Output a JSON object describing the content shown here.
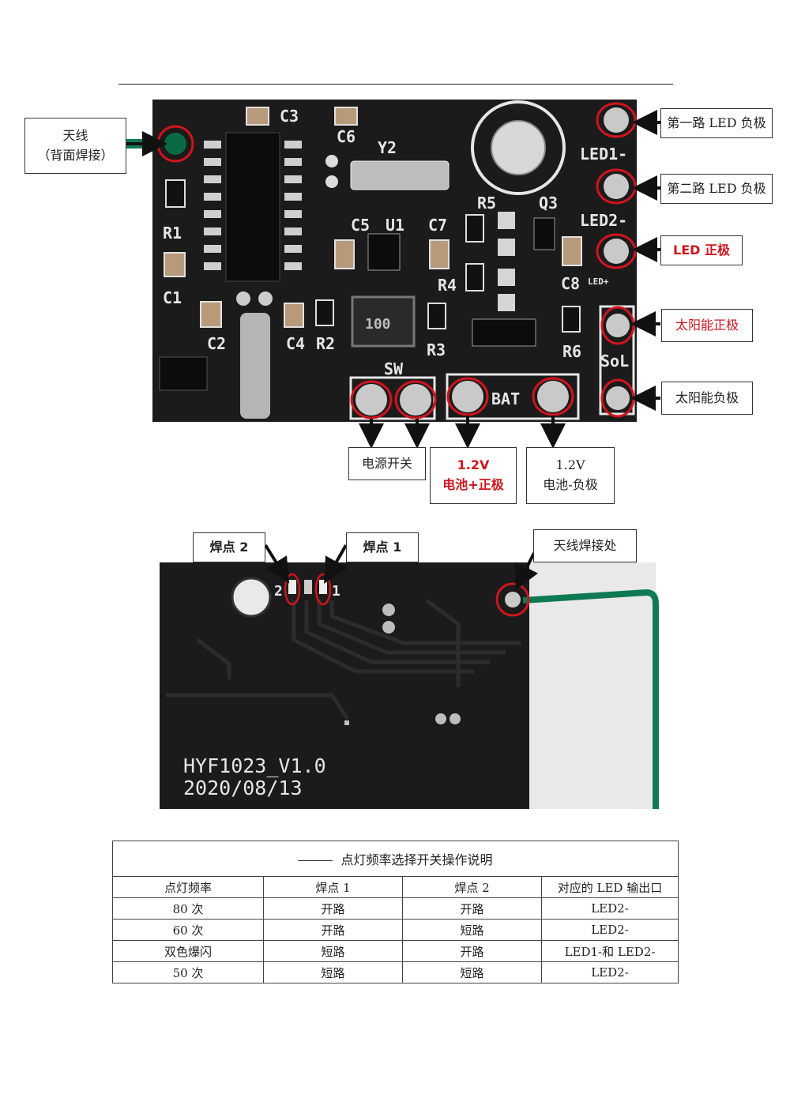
{
  "colors": {
    "pcb": "#1b1b1b",
    "accent_red": "#d0141d",
    "wire_green": "#0f7a52",
    "silk": "#e6e6e6"
  },
  "board_top": {
    "silk_labels": [
      "C3",
      "C6",
      "Y2",
      "R1",
      "C1",
      "C5",
      "U1",
      "C7",
      "R5",
      "Q3",
      "R4",
      "C8",
      "LED+",
      "LED1-",
      "LED2-",
      "C2",
      "C4",
      "R2",
      "R3",
      "R6",
      "SoL",
      "SW",
      "BAT",
      "100"
    ],
    "callouts": {
      "antenna_line1": "天线",
      "antenna_line2": "（背面焊接）",
      "led1_neg": "第一路 LED 负极",
      "led2_neg": "第二路 LED 负极",
      "led_pos": "LED 正极",
      "solar_pos": "太阳能正极",
      "solar_neg": "太阳能负极",
      "power_switch": "电源开关",
      "bat_pos_line1": "1.2V",
      "bat_pos_line2": "电池+正极",
      "bat_neg_line1": "1.2V",
      "bat_neg_line2": "电池-负极"
    }
  },
  "board_bottom": {
    "silk_model": "HYF1023_V1.0",
    "silk_date": "2020/08/13",
    "pad_label_2": "2",
    "pad_label_1": "1",
    "callouts": {
      "pad2": "焊点 2",
      "pad1": "焊点 1",
      "antenna_joint": "天线焊接处"
    }
  },
  "table": {
    "title": "点灯频率选择开关操作说明",
    "headers": [
      "点灯频率",
      "焊点 1",
      "焊点 2",
      "对应的 LED 输出口"
    ],
    "rows": [
      [
        "80 次",
        "开路",
        "开路",
        "LED2-"
      ],
      [
        "60 次",
        "开路",
        "短路",
        "LED2-"
      ],
      [
        "双色爆闪",
        "短路",
        "开路",
        "LED1-和 LED2-"
      ],
      [
        "50 次",
        "短路",
        "短路",
        "LED2-"
      ]
    ]
  }
}
